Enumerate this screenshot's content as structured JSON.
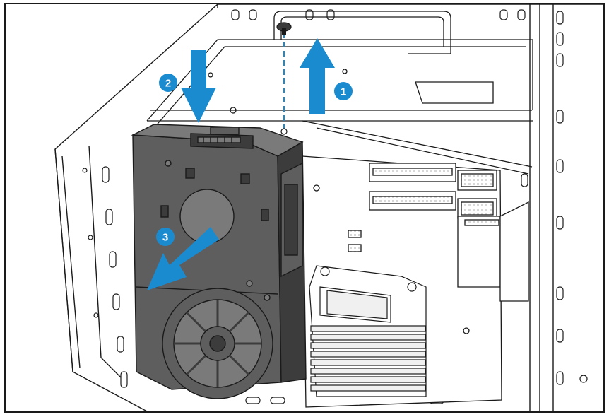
{
  "colors": {
    "line": "#1a1a1a",
    "cage_body": "#5e5e5e",
    "cage_dark": "#3c3c3c",
    "cage_light": "#7a7a7a",
    "heatsink": "#f0f0f0",
    "accent_arrow": "#1b8bd0",
    "badge": "#1b8bd0",
    "badge_text": "#ffffff",
    "background": "#ffffff"
  },
  "steps": [
    {
      "label": "1",
      "action": "remove-screw-and-lift"
    },
    {
      "label": "2",
      "action": "press-down-latch"
    },
    {
      "label": "3",
      "action": "pull-cage-out"
    }
  ],
  "icons": {
    "screw": "screw-icon",
    "arrow_up": "arrow-up-icon",
    "arrow_down": "arrow-down-icon",
    "arrow_out": "arrow-diagonal-icon"
  }
}
